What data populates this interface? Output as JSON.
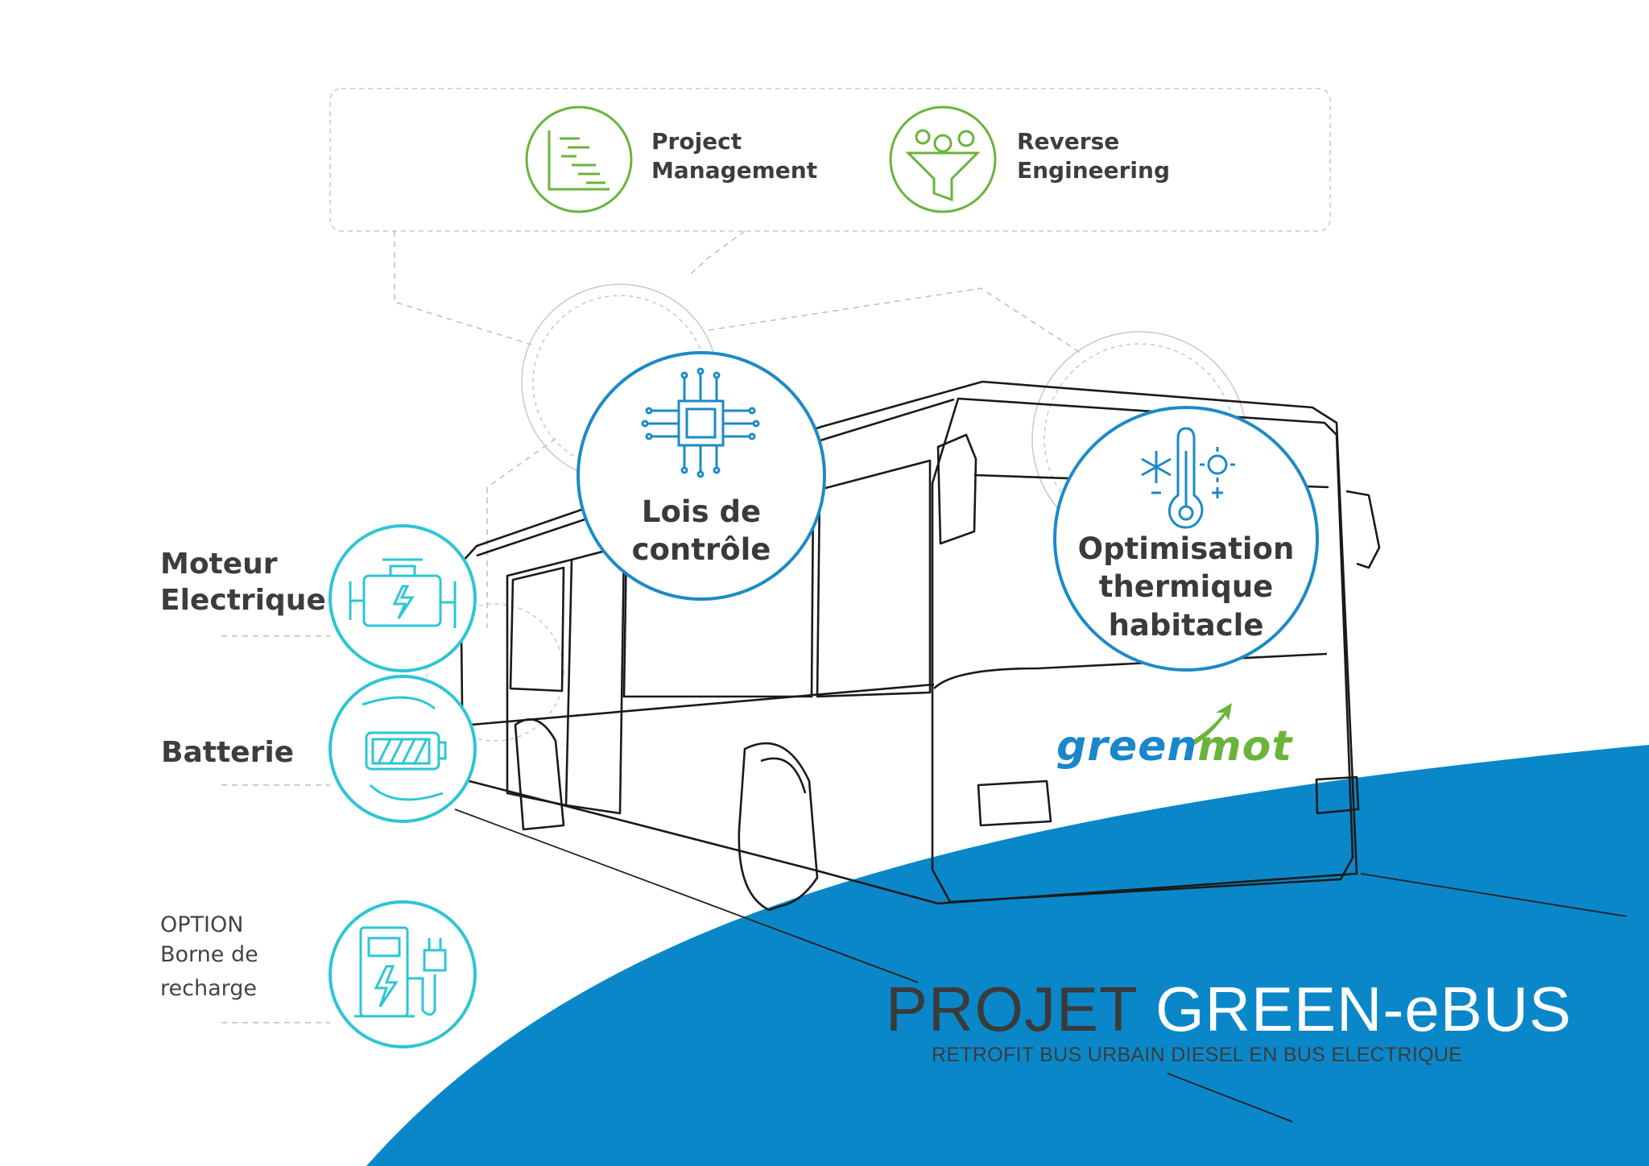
{
  "services": [
    {
      "line1": "Project",
      "line2": "Management",
      "icon": "gantt-chart-icon"
    },
    {
      "line1": "Reverse",
      "line2": "Engineering",
      "icon": "gear-funnel-icon"
    }
  ],
  "features": {
    "lois": {
      "line1": "Lois de",
      "line2": "contrôle",
      "icon": "chip-icon"
    },
    "thermique": {
      "line1": "Optimisation",
      "line2": "thermique",
      "line3": "habitacle",
      "icon": "thermometer-icon"
    },
    "moteur": {
      "line1": "Moteur",
      "line2": "Electrique",
      "icon": "engine-icon"
    },
    "batterie": {
      "label": "Batterie",
      "icon": "battery-icon"
    },
    "borne": {
      "line1": "OPTION",
      "line2": "Borne de",
      "line3": "recharge",
      "icon": "charging-station-icon"
    }
  },
  "logo": {
    "part1": "green",
    "part2": "mot"
  },
  "title": {
    "part1": "PROJET ",
    "part2": "GREEN-eBUS"
  },
  "subtitle": "RETROFIT BUS URBAIN DIESEL EN BUS ELECTRIQUE",
  "colors": {
    "blue": "#0a87c9",
    "teal": "#2cc6d4",
    "green": "#6ab43a",
    "dark": "#3a3a3a"
  }
}
